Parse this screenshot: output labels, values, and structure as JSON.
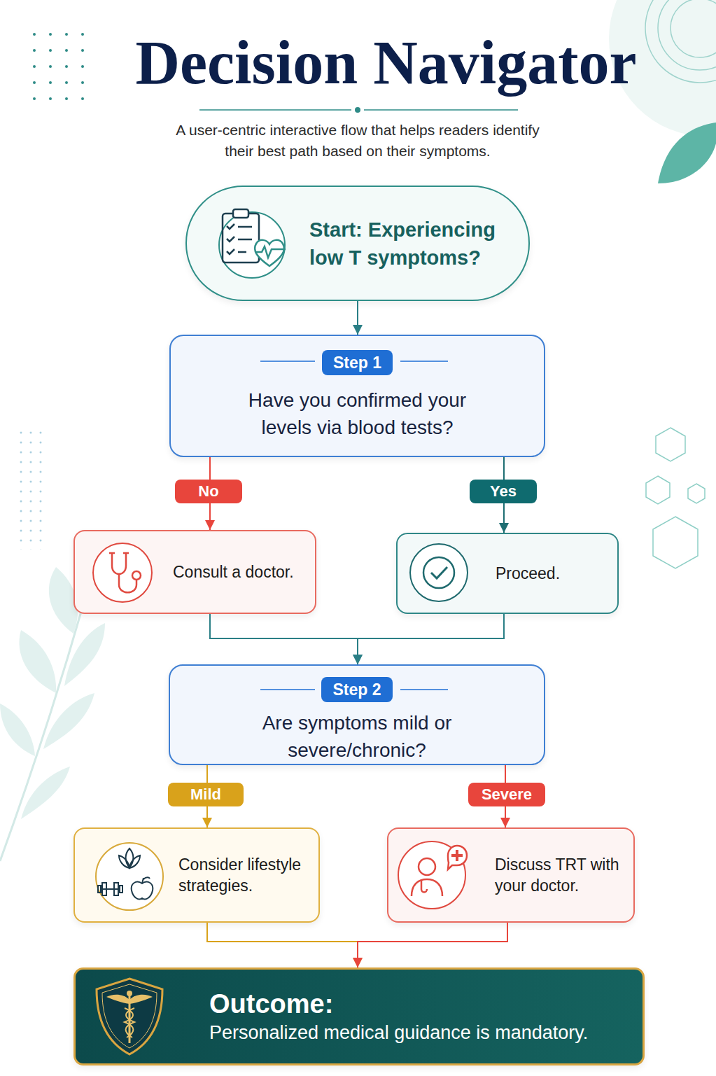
{
  "diagram": {
    "title": "Decision Navigator",
    "nodes": [
      {
        "text": [
          "Start: Experiencing low T symptoms?"
        ]
      },
      {
        "text": [
          "Step 1",
          "Have you confirmed your levels via blood tests?"
        ]
      },
      {
        "text": [
          "Consult a doctor."
        ]
      },
      {
        "text": [
          "Proceed."
        ]
      },
      {
        "text": [
          "Step 2",
          "Are symptoms mild or severe/chronic?"
        ]
      },
      {
        "text": [
          "Consider lifestyle strategies."
        ]
      },
      {
        "text": [
          "Discuss TRT with your doctor."
        ]
      },
      {
        "text": [
          "Outcome:",
          "Personalized medical guidance is mandatory."
        ]
      }
    ],
    "edges": [
      {
        "from": 0,
        "to": 1,
        "arrow": "to"
      },
      {
        "from": 1,
        "to": 2,
        "label": "No",
        "arrow": "to"
      },
      {
        "from": 1,
        "to": 3,
        "label": "Yes",
        "arrow": "to"
      },
      {
        "from": 2,
        "to": 4,
        "arrow": "to"
      },
      {
        "from": 3,
        "to": 4,
        "arrow": "to"
      },
      {
        "from": 4,
        "to": 5,
        "label": "Mild",
        "arrow": "to"
      },
      {
        "from": 4,
        "to": 6,
        "label": "Severe",
        "arrow": "to"
      },
      {
        "from": 5,
        "to": 7,
        "arrow": "to"
      },
      {
        "from": 6,
        "to": 7,
        "arrow": "to"
      }
    ],
    "labels": [
      "A user-centric interactive flow that helps readers identify their best path based on their symptoms."
    ]
  }
}
